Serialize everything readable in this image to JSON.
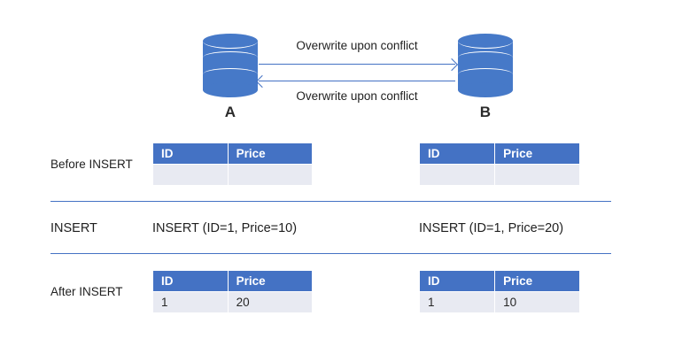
{
  "diagram": {
    "nodes": [
      {
        "id": "A",
        "label": "A",
        "icon": "database-cylinder-icon"
      },
      {
        "id": "B",
        "label": "B",
        "icon": "database-cylinder-icon"
      }
    ],
    "arrows": [
      {
        "direction": "a-to-b",
        "label": "Overwrite upon conflict"
      },
      {
        "direction": "b-to-a",
        "label": "Overwrite upon conflict"
      }
    ],
    "accent_color": "#4472C4",
    "cylinder_color": "#4679C8"
  },
  "rows": {
    "before": {
      "label": "Before INSERT",
      "tables": [
        {
          "node": "A",
          "columns": [
            "ID",
            "Price"
          ],
          "data": [
            [
              "",
              ""
            ]
          ]
        },
        {
          "node": "B",
          "columns": [
            "ID",
            "Price"
          ],
          "data": [
            [
              "",
              ""
            ]
          ]
        }
      ]
    },
    "insert": {
      "label": "INSERT",
      "statements": [
        {
          "node": "A",
          "text": "INSERT (ID=1, Price=10)"
        },
        {
          "node": "B",
          "text": "INSERT (ID=1, Price=20)"
        }
      ]
    },
    "after": {
      "label": "After INSERT",
      "tables": [
        {
          "node": "A",
          "columns": [
            "ID",
            "Price"
          ],
          "data": [
            [
              "1",
              "20"
            ]
          ]
        },
        {
          "node": "B",
          "columns": [
            "ID",
            "Price"
          ],
          "data": [
            [
              "1",
              "10"
            ]
          ]
        }
      ]
    }
  },
  "colors": {
    "header_blue": "#4472C4",
    "cell_background": "#E8EAF2",
    "text": "#1f1f1f"
  }
}
